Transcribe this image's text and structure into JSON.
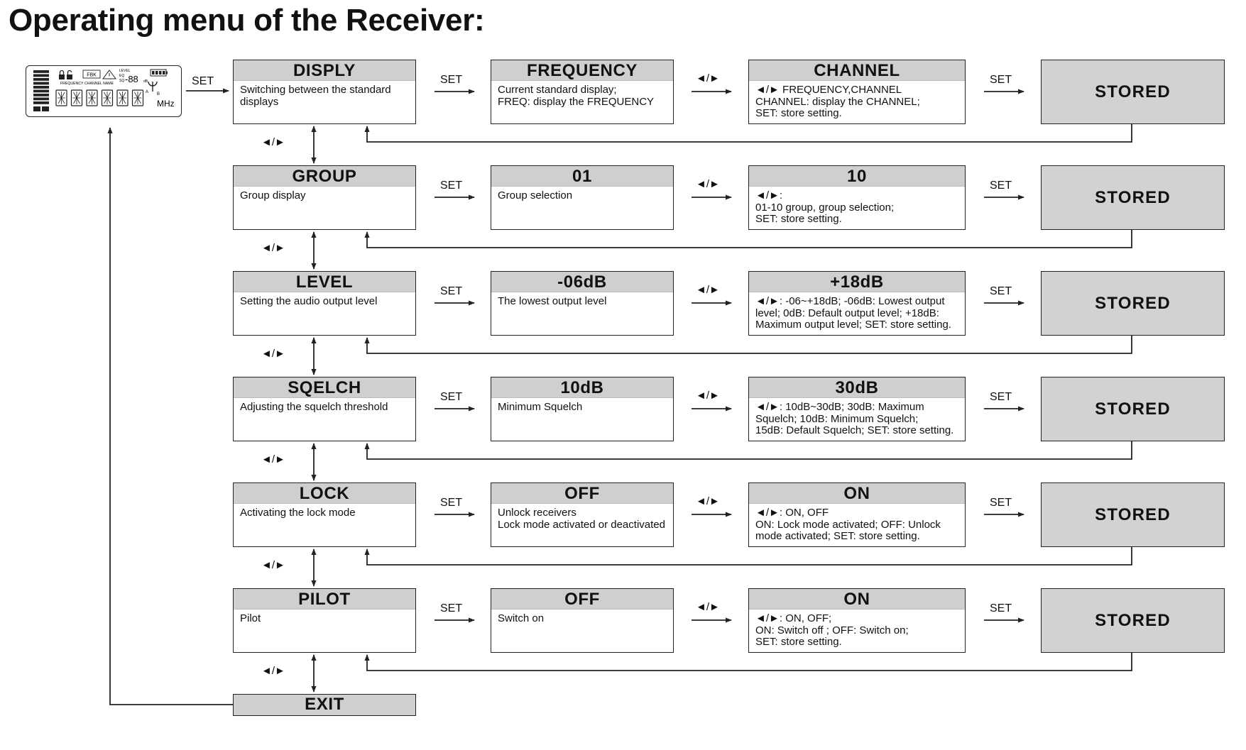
{
  "title": "Operating menu of the Receiver:",
  "set_label": "SET",
  "nav_label": "◄/►",
  "stored_label": "STORED",
  "exit_label": "EXIT",
  "lcd": {
    "labels": [
      "FREQUENCY",
      "CHANNEL",
      "NAME"
    ],
    "fbk": "FBK",
    "level_label": "LEVEL",
    "eq_label": "EQ",
    "sq_label": "SQ",
    "level_value": "-88",
    "db_unit": "dB",
    "antenna_a": "A",
    "antenna_b": "B",
    "unit": "MHz"
  },
  "menu_rows": [
    {
      "name": "DISPLY",
      "desc": "Switching between the standard\ndisplays",
      "option1": {
        "title": "FREQUENCY",
        "desc": "Current standard display;\nFREQ: display the FREQUENCY"
      },
      "option2": {
        "title": "CHANNEL",
        "desc": "◄/► FREQUENCY,CHANNEL\nCHANNEL: display the CHANNEL;\nSET: store setting."
      }
    },
    {
      "name": "GROUP",
      "desc": "Group display",
      "option1": {
        "title": "01",
        "desc": "Group selection"
      },
      "option2": {
        "title": "10",
        "desc": "◄/►:\n01-10 group, group selection;\nSET: store setting."
      }
    },
    {
      "name": "LEVEL",
      "desc": "Setting the audio output level",
      "option1": {
        "title": "-06dB",
        "desc": "The lowest output level"
      },
      "option2": {
        "title": "+18dB",
        "desc": "◄/►: -06~+18dB; -06dB: Lowest output\nlevel; 0dB: Default output level; +18dB:\nMaximum output level; SET: store setting."
      }
    },
    {
      "name": "SQELCH",
      "desc": "Adjusting the squelch threshold",
      "option1": {
        "title": "10dB",
        "desc": "Minimum Squelch"
      },
      "option2": {
        "title": "30dB",
        "desc": "◄/►: 10dB~30dB; 30dB: Maximum\nSquelch; 10dB: Minimum Squelch;\n15dB: Default Squelch; SET: store setting."
      }
    },
    {
      "name": "LOCK",
      "desc": "Activating the lock mode",
      "option1": {
        "title": "OFF",
        "desc": "Unlock receivers\nLock mode activated or deactivated"
      },
      "option2": {
        "title": "ON",
        "desc": "◄/►: ON, OFF\nON: Lock mode activated; OFF: Unlock\nmode activated; SET: store setting."
      }
    },
    {
      "name": "PILOT",
      "desc": "Pilot",
      "option1": {
        "title": "OFF",
        "desc": "Switch on"
      },
      "option2": {
        "title": "ON",
        "desc": "◄/►: ON, OFF;\nON: Switch off ; OFF: Switch on;\nSET: store setting."
      }
    }
  ]
}
